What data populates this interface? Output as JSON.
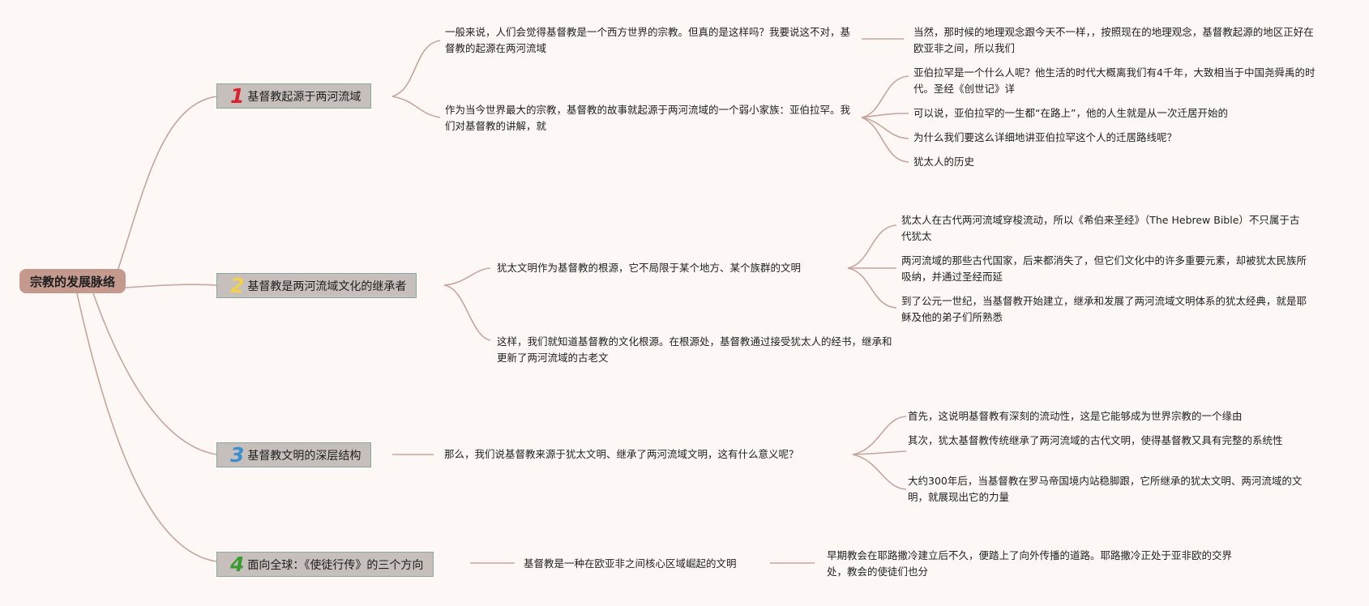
{
  "root": {
    "label": "宗教的发展脉络"
  },
  "accent": {
    "line": "#c7a59c",
    "node_fill": "#c7bfbc",
    "node_border": "#8aa6a1",
    "root_fill": "#c49a8f"
  },
  "branches": [
    {
      "num": "1",
      "num_color": "#d9222e",
      "label": "基督教起源于两河流域",
      "children": [
        {
          "text": "一般来说，人们会觉得基督教是一个西方世界的宗教。但真的是这样吗？我要说这不对，基督教的起源在两河流域",
          "children": [
            "当然，那时候的地理观念跟今天不一样，，按照现在的地理观念，基督教起源的地区正好在欧亚非之间，所以我们"
          ]
        },
        {
          "text": "作为当今世界最大的宗教，基督教的故事就起源于两河流域的一个弱小家族：亚伯拉罕。我们对基督教的讲解，就",
          "children": [
            "亚伯拉罕是一个什么人呢？他生活的时代大概离我们有4千年，大致相当于中国尧舜禹的时代。圣经《创世记》详",
            "可以说，亚伯拉罕的一生都“在路上”，他的人生就是从一次迁居开始的",
            "为什么我们要这么详细地讲亚伯拉罕这个人的迁居路线呢？",
            "犹太人的历史"
          ]
        }
      ]
    },
    {
      "num": "2",
      "num_color": "#f2d24a",
      "label": "基督教是两河流域文化的继承者",
      "children": [
        {
          "text": "犹太文明作为基督教的根源，它不局限于某个地方、某个族群的文明",
          "children": [
            "犹太人在古代两河流域穿梭流动，所以《希伯来圣经》（The Hebrew Bible）不只属于古代犹太",
            "两河流域的那些古代国家，后来都消失了，但它们文化中的许多重要元素，却被犹太民族所吸纳，并通过圣经而延",
            "到了公元一世纪，当基督教开始建立，继承和发展了两河流域文明体系的犹太经典，就是耶稣及他的弟子们所熟悉"
          ]
        },
        {
          "text": "这样，我们就知道基督教的文化根源。在根源处，基督教通过接受犹太人的经书，继承和更新了两河流域的古老文",
          "children": []
        }
      ]
    },
    {
      "num": "3",
      "num_color": "#3a8fd0",
      "label": "基督教文明的深层结构",
      "children": [
        {
          "text": "那么，我们说基督教来源于犹太文明、继承了两河流域文明，这有什么意义呢？",
          "children": [
            "首先，这说明基督教有深刻的流动性，这是它能够成为世界宗教的一个缘由",
            "其次，犹太基督教传统继承了两河流域的古代文明，使得基督教又具有完整的系统性",
            "大约300年后，当基督教在罗马帝国境内站稳脚跟，它所继承的犹太文明、两河流域的文明，就展现出它的力量"
          ]
        }
      ]
    },
    {
      "num": "4",
      "num_color": "#3c9a35",
      "label": "面向全球：《使徒行传》的三个方向",
      "children": [
        {
          "text": "基督教是一种在欧亚非之间核心区域崛起的文明",
          "children": [
            "早期教会在耶路撒冷建立后不久，便踏上了向外传播的道路。耶路撒冷正处于亚非欧的交界处，教会的使徒们也分"
          ]
        }
      ]
    }
  ]
}
